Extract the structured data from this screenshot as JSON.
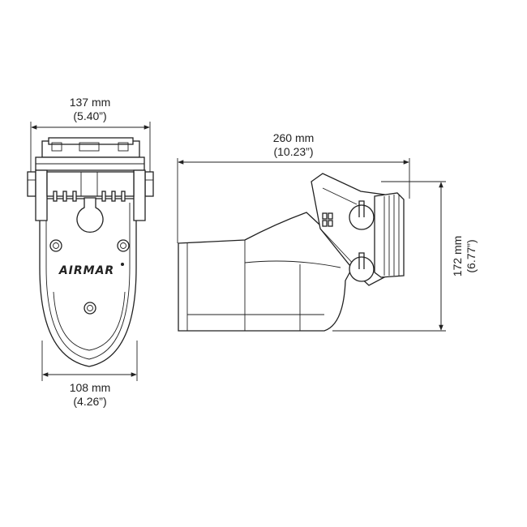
{
  "front_view": {
    "top_width": {
      "metric": "137 mm",
      "imperial": "(5.40”)"
    },
    "bottom_width": {
      "metric": "108 mm",
      "imperial": "(4.26”)"
    },
    "brand_logo": "AIRMAR"
  },
  "side_view": {
    "length": {
      "metric": "260 mm",
      "imperial": "(10.23”)"
    },
    "height": {
      "metric": "172 mm",
      "imperial": "(6.77”)"
    }
  },
  "colors": {
    "line": "#222222",
    "background": "#ffffff"
  }
}
